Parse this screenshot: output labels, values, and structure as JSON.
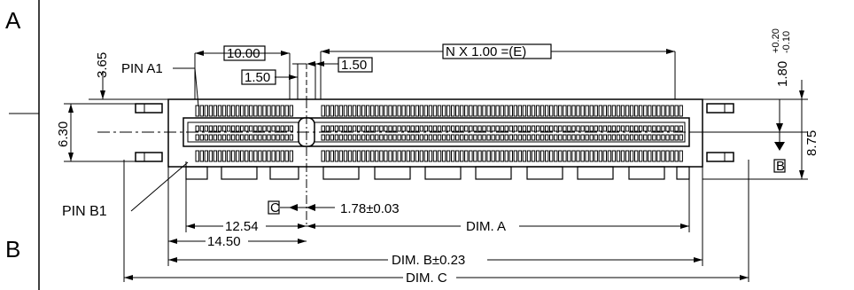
{
  "zones": {
    "top": "A",
    "bottom": "B"
  },
  "labels": {
    "pin_a1": "PIN A1",
    "pin_b1": "PIN B1",
    "dim_10_00": "10.00",
    "dim_1_50_left": "1.50",
    "dim_1_50_right": "1.50",
    "dim_n_pitch": "N X 1.00 =(E)",
    "dim_3_65": "3.65",
    "dim_6_30": "6.30",
    "dim_1_80": "1.80",
    "dim_1_80_tol_plus": "+0.20",
    "dim_1_80_tol_minus": "-0.10",
    "dim_8_75": "8.75",
    "datum_b": "B",
    "datum_c": "C",
    "dim_1_78": "1.78±0.03",
    "dim_12_54": "12.54",
    "dim_14_50": "14.50",
    "dim_a": "DIM. A",
    "dim_b": "DIM. B±0.23",
    "dim_c": "DIM. C"
  }
}
